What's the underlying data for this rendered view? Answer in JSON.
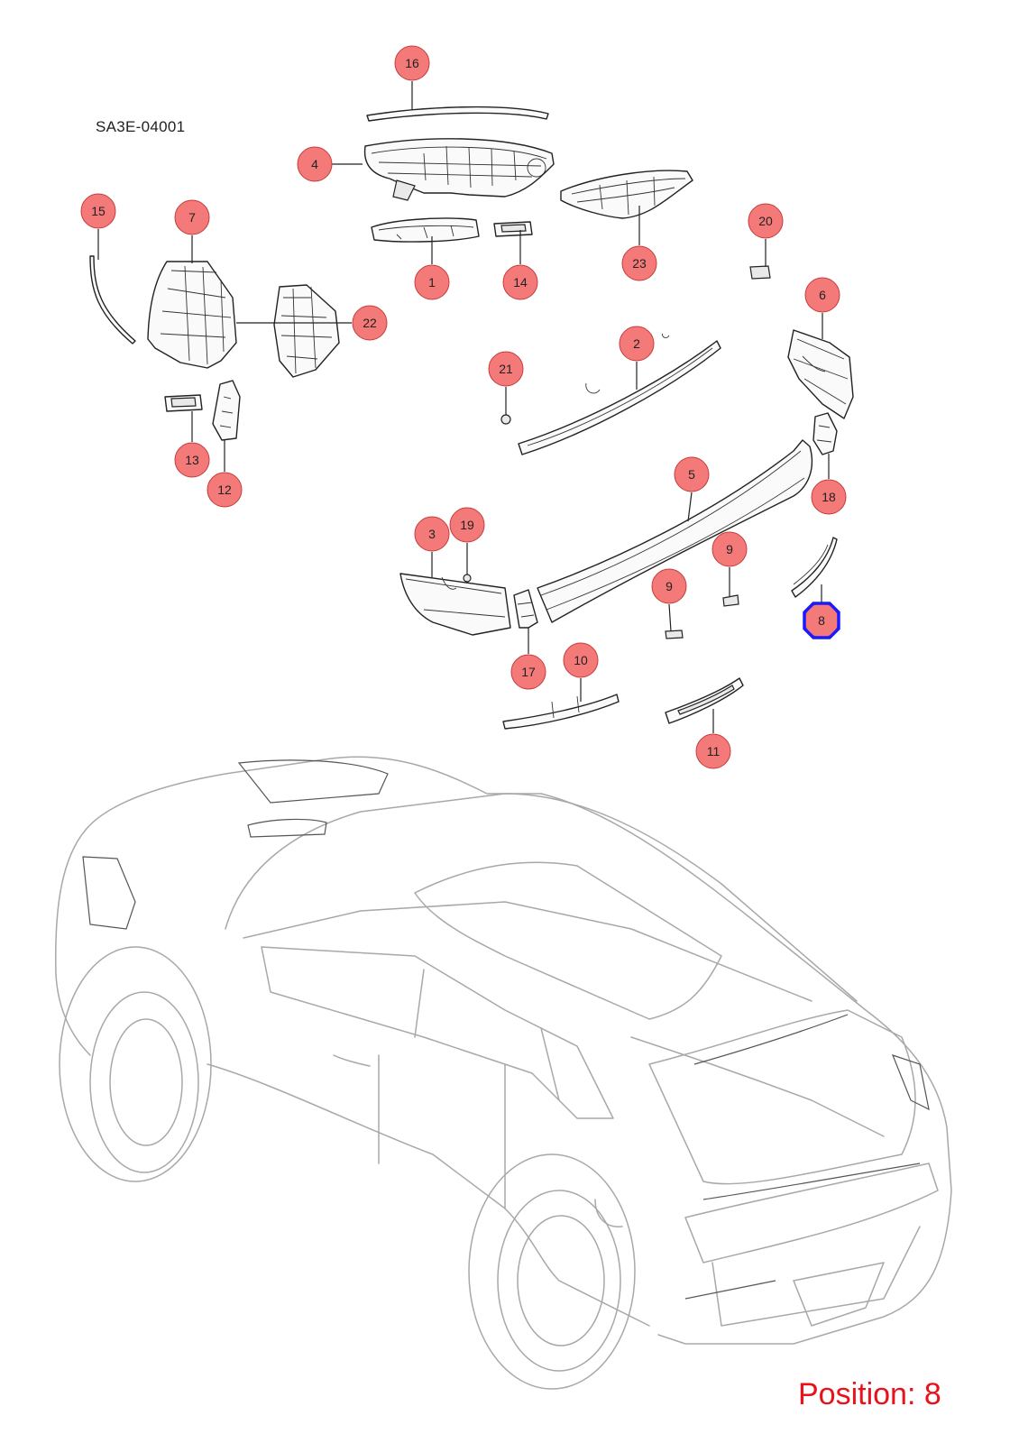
{
  "diagram_code": "SA3E-04001",
  "position_text": "Position: 8",
  "colors": {
    "callout_fill": "#f47a7a",
    "callout_stroke": "#c63c3c",
    "highlight": "#1a1aff",
    "position_text": "#e8121b"
  },
  "callouts": [
    {
      "label": "16"
    },
    {
      "label": "4"
    },
    {
      "label": "23"
    },
    {
      "label": "1"
    },
    {
      "label": "14"
    },
    {
      "label": "20"
    },
    {
      "label": "15"
    },
    {
      "label": "7"
    },
    {
      "label": "22"
    },
    {
      "label": "6"
    },
    {
      "label": "2"
    },
    {
      "label": "21"
    },
    {
      "label": "13"
    },
    {
      "label": "12"
    },
    {
      "label": "18"
    },
    {
      "label": "5"
    },
    {
      "label": "3"
    },
    {
      "label": "19"
    },
    {
      "label": "9"
    },
    {
      "label": "9"
    },
    {
      "label": "8",
      "highlighted": true
    },
    {
      "label": "17"
    },
    {
      "label": "10"
    },
    {
      "label": "11"
    }
  ]
}
